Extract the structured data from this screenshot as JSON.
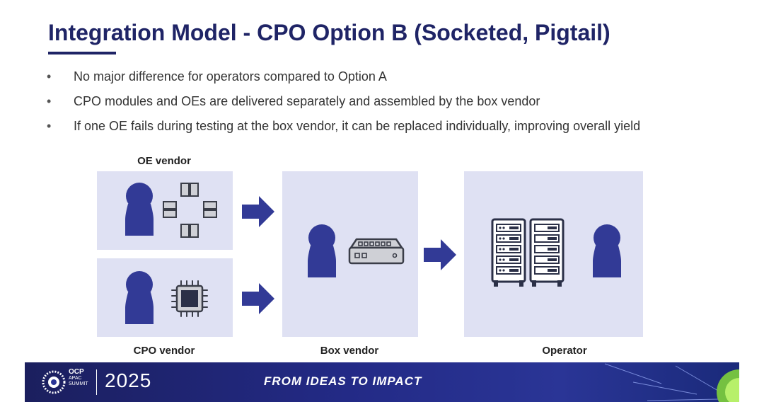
{
  "title": "Integration Model - CPO Option B (Socketed, Pigtail)",
  "bullets": [
    "No major difference for operators compared to Option A",
    "CPO modules and OEs are delivered separately and assembled by the box vendor",
    "If one OE fails during testing at the box vendor, it can be replaced individually, improving overall yield"
  ],
  "bullet_glyph": "•",
  "diagram": {
    "oe_vendor": "OE vendor",
    "cpo_vendor": "CPO vendor",
    "box_vendor": "Box vendor",
    "operator": "Operator"
  },
  "footer": {
    "brand": "OCP",
    "brand_sub1": "APAC",
    "brand_sub2": "SUMMIT",
    "year": "2025",
    "slogan": "FROM IDEAS TO IMPACT"
  },
  "colors": {
    "accent": "#1f2466",
    "panel": "#dfe1f3",
    "person": "#323a96"
  }
}
